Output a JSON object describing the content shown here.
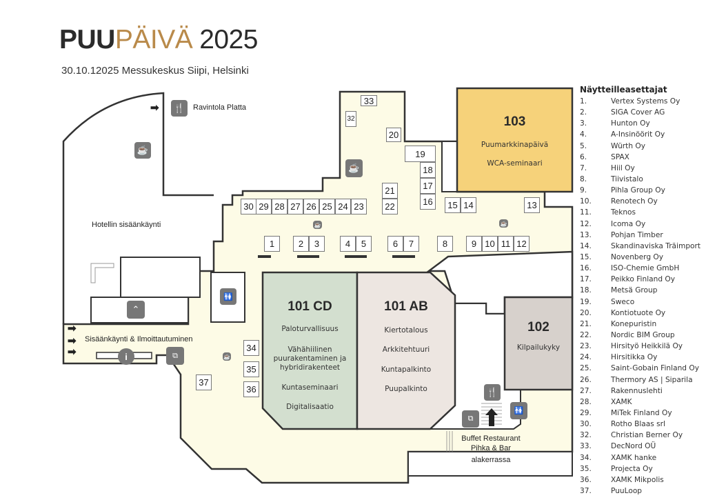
{
  "header": {
    "logo_part1": "PUU",
    "logo_part2": "PÄIVÄ",
    "logo_year": "2025",
    "subtitle": "30.10.12025 Messukeskus Siipi, Helsinki"
  },
  "colors": {
    "floor": "#fdfbe6",
    "room_103": "#f6d27a",
    "room_101cd": "#d3dfcf",
    "room_101ab": "#ede6e1",
    "room_102": "#d7d1cc",
    "logo_gold": "#b98a4a"
  },
  "map": {
    "labels": {
      "restaurant": "Ravintola Platta",
      "hotel_entrance": "Hotellin sisäänkäynti",
      "entrance": "Sisäänkäynti & Ilmoittautuminen",
      "buffet1": "Buffet Restaurant",
      "buffet2": "Pihka & Bar",
      "downstairs": "alakerrassa"
    },
    "rooms": {
      "r103": {
        "name": "103",
        "lines": [
          "Puumarkkinapäivä",
          "WCA-seminaari"
        ]
      },
      "r101cd": {
        "name": "101 CD",
        "lines": [
          "Paloturvallisuus",
          "Vähähiilinen puurakentaminen ja hybridirakenteet",
          "Kuntaseminaari",
          "Digitalisaatio"
        ]
      },
      "r101ab": {
        "name": "101 AB",
        "lines": [
          "Kiertotalous",
          "Arkkitehtuuri",
          "Kuntapalkinto",
          "Puupalkinto"
        ]
      },
      "r102": {
        "name": "102",
        "lines": [
          "Kilpailukyky"
        ]
      }
    },
    "booths": [
      "1",
      "2",
      "3",
      "4",
      "5",
      "6",
      "7",
      "8",
      "9",
      "10",
      "11",
      "12",
      "13",
      "14",
      "15",
      "16",
      "17",
      "18",
      "19",
      "20",
      "21",
      "22",
      "23",
      "24",
      "25",
      "26",
      "27",
      "28",
      "29",
      "30",
      "32",
      "33",
      "34",
      "35",
      "36",
      "37"
    ],
    "icons": [
      "restaurant-icon",
      "coffee-icon",
      "wardrobe-icon",
      "toilet-icon",
      "info-icon",
      "elevator-icon",
      "stairs-icon",
      "entrance-arrow-icon"
    ]
  },
  "legend": {
    "title": "Näytteilleasettajat",
    "items": [
      {
        "num": "1.",
        "name": "Vertex Systems Oy"
      },
      {
        "num": "2.",
        "name": "SIGA Cover AG"
      },
      {
        "num": "3.",
        "name": "Hunton Oy"
      },
      {
        "num": "4.",
        "name": "A-Insinöörit Oy"
      },
      {
        "num": "5.",
        "name": "Würth Oy"
      },
      {
        "num": "6.",
        "name": "SPAX"
      },
      {
        "num": "7.",
        "name": "Hiil Oy"
      },
      {
        "num": "8.",
        "name": "Tiivistalo"
      },
      {
        "num": "9.",
        "name": "Pihla Group Oy"
      },
      {
        "num": "10.",
        "name": "Renotech Oy"
      },
      {
        "num": "11.",
        "name": "Teknos"
      },
      {
        "num": "12.",
        "name": "Icoma Oy"
      },
      {
        "num": "13.",
        "name": "Pohjan Timber"
      },
      {
        "num": "14.",
        "name": "Skandinaviska Träimport"
      },
      {
        "num": "15.",
        "name": "Novenberg Oy"
      },
      {
        "num": "16.",
        "name": "ISO-Chemie GmbH"
      },
      {
        "num": "17.",
        "name": "Peikko Finland Oy"
      },
      {
        "num": "18.",
        "name": "Metsä Group"
      },
      {
        "num": "19.",
        "name": "Sweco"
      },
      {
        "num": "20.",
        "name": "Kontiotuote Oy"
      },
      {
        "num": "21.",
        "name": "Konepuristin"
      },
      {
        "num": "22.",
        "name": "Nordic BIM Group"
      },
      {
        "num": "23.",
        "name": "Hirsityö Heikkilä Oy"
      },
      {
        "num": "24.",
        "name": "Hirsitikka Oy"
      },
      {
        "num": "25.",
        "name": "Saint-Gobain Finland Oy"
      },
      {
        "num": "26.",
        "name": "Thermory AS | Siparila"
      },
      {
        "num": "27.",
        "name": "Rakennuslehti"
      },
      {
        "num": "28.",
        "name": "XAMK"
      },
      {
        "num": "29.",
        "name": "MiTek Finland Oy"
      },
      {
        "num": "30.",
        "name": "Rotho Blaas srl"
      },
      {
        "num": "32.",
        "name": "Christian Berner Oy"
      },
      {
        "num": "33.",
        "name": "DecNord OÜ"
      },
      {
        "num": "34.",
        "name": "XAMK hanke"
      },
      {
        "num": "35.",
        "name": "Projecta Oy"
      },
      {
        "num": "36.",
        "name": "XAMK Mikpolis"
      },
      {
        "num": "37.",
        "name": "PuuLoop"
      }
    ]
  }
}
